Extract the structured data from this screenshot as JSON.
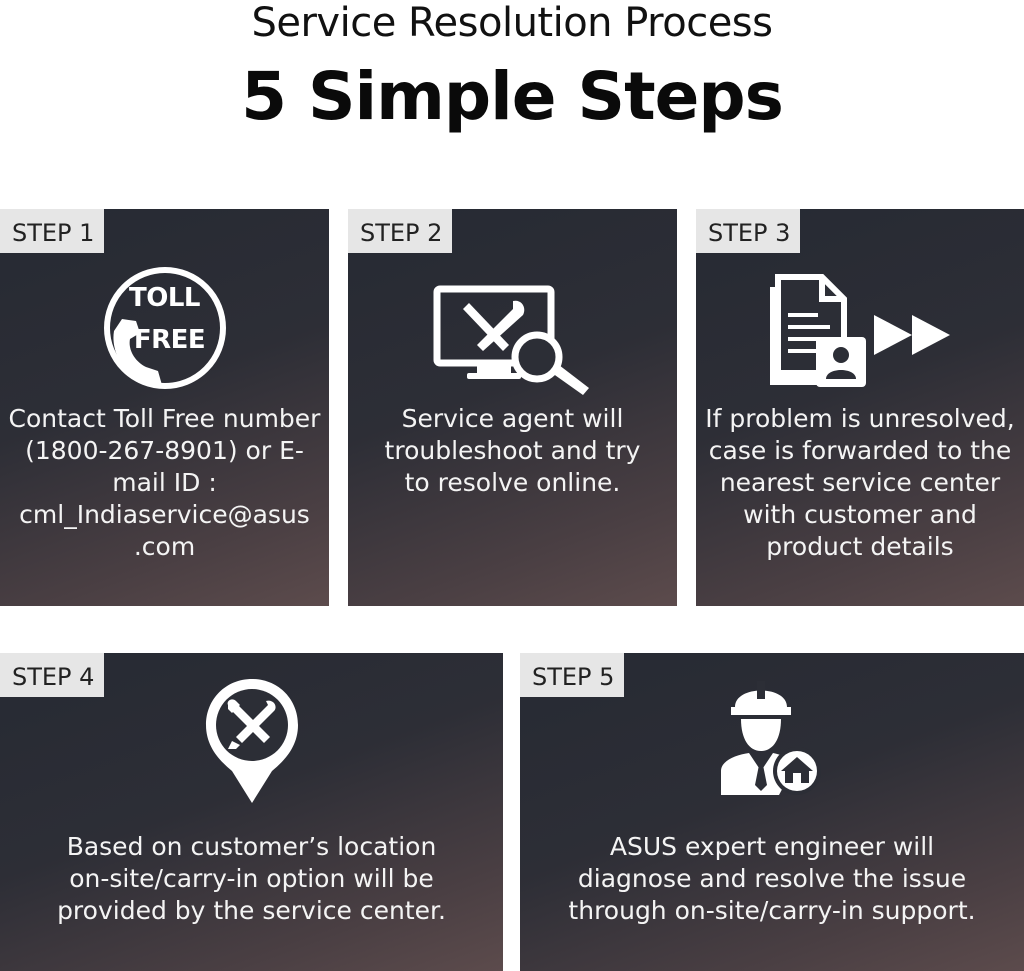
{
  "header": {
    "title": "Service Resolution Process",
    "subtitle": "5 Simple Steps"
  },
  "steps": [
    {
      "badge": "STEP 1",
      "icon": "toll-free-phone-icon",
      "icon_text_1": "TOLL",
      "icon_text_2": "FREE",
      "text": "Contact Toll Free number (1800-267-8901) or E-mail ID : cml_Indiaservice@asus .com"
    },
    {
      "badge": "STEP 2",
      "icon": "monitor-tools-magnifier-icon",
      "text": "Service agent will troubleshoot and try to resolve online."
    },
    {
      "badge": "STEP 3",
      "icon": "document-forward-icon",
      "text": "If problem is unresolved, case is forwarded to the nearest service center with customer and product details"
    },
    {
      "badge": "STEP 4",
      "icon": "location-pin-tools-icon",
      "text": "Based on customer’s location on-site/carry-in option will be provided by the service center."
    },
    {
      "badge": "STEP 5",
      "icon": "engineer-home-icon",
      "text": "ASUS expert engineer will diagnose and resolve the issue through on-site/carry-in support."
    }
  ],
  "colors": {
    "badge_bg": "#e6e6e6",
    "card_dark": "#262a33",
    "card_warm": "#5c4b4c",
    "text": "#f4f4f4"
  }
}
